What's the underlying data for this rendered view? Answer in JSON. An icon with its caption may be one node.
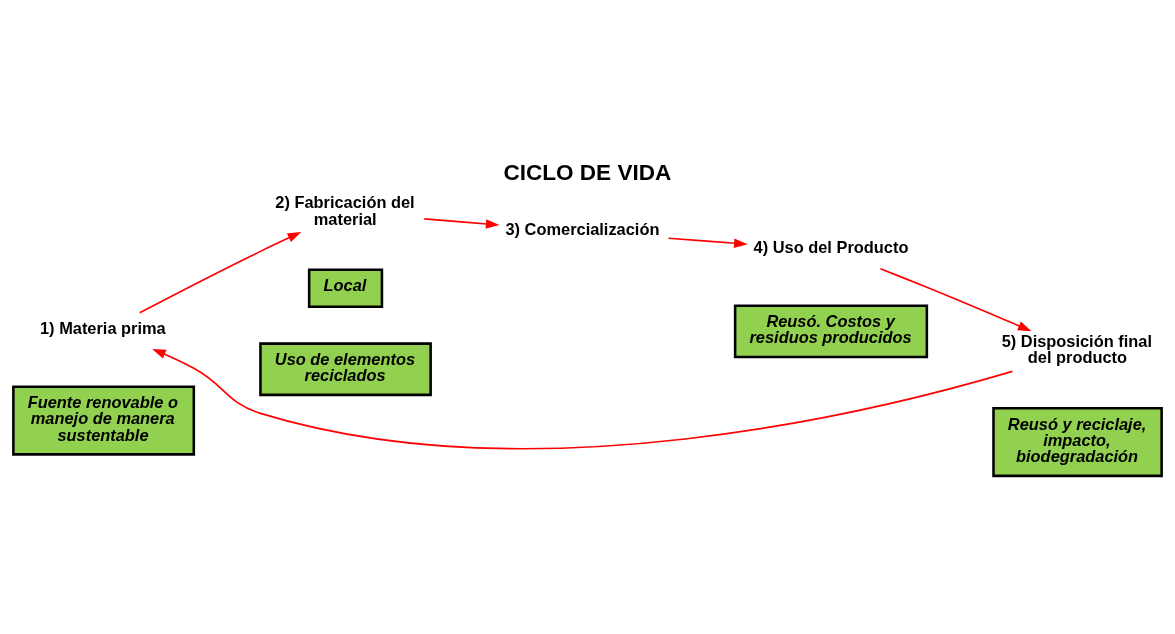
{
  "diagram": {
    "title": "CICLO DE VIDA",
    "nodes": [
      {
        "text": [
          "1) Materia prima"
        ]
      },
      {
        "text": [
          "2) Fabricación del material"
        ]
      },
      {
        "text": [
          "3) Comercialización"
        ]
      },
      {
        "text": [
          "4) Uso del Producto"
        ]
      },
      {
        "text": [
          "5) Disposición final del producto"
        ]
      },
      {
        "text": [
          "Fuente renovable o manejo de manera sustentable"
        ]
      },
      {
        "text": [
          "Uso de elementos reciclados"
        ]
      },
      {
        "text": [
          "Local"
        ]
      },
      {
        "text": [
          "Reusó. Costos y residuos producidos"
        ]
      },
      {
        "text": [
          "Reusó y reciclaje, impacto, biodegradación"
        ]
      }
    ],
    "edges": [
      {
        "from": 4,
        "to": 0,
        "arrow": "to"
      },
      {
        "from": 0,
        "to": 1,
        "arrow": "to"
      },
      {
        "from": 1,
        "to": 2,
        "arrow": "to"
      },
      {
        "from": 2,
        "to": 3,
        "arrow": "to"
      },
      {
        "from": 3,
        "to": 4,
        "arrow": "to"
      }
    ]
  }
}
